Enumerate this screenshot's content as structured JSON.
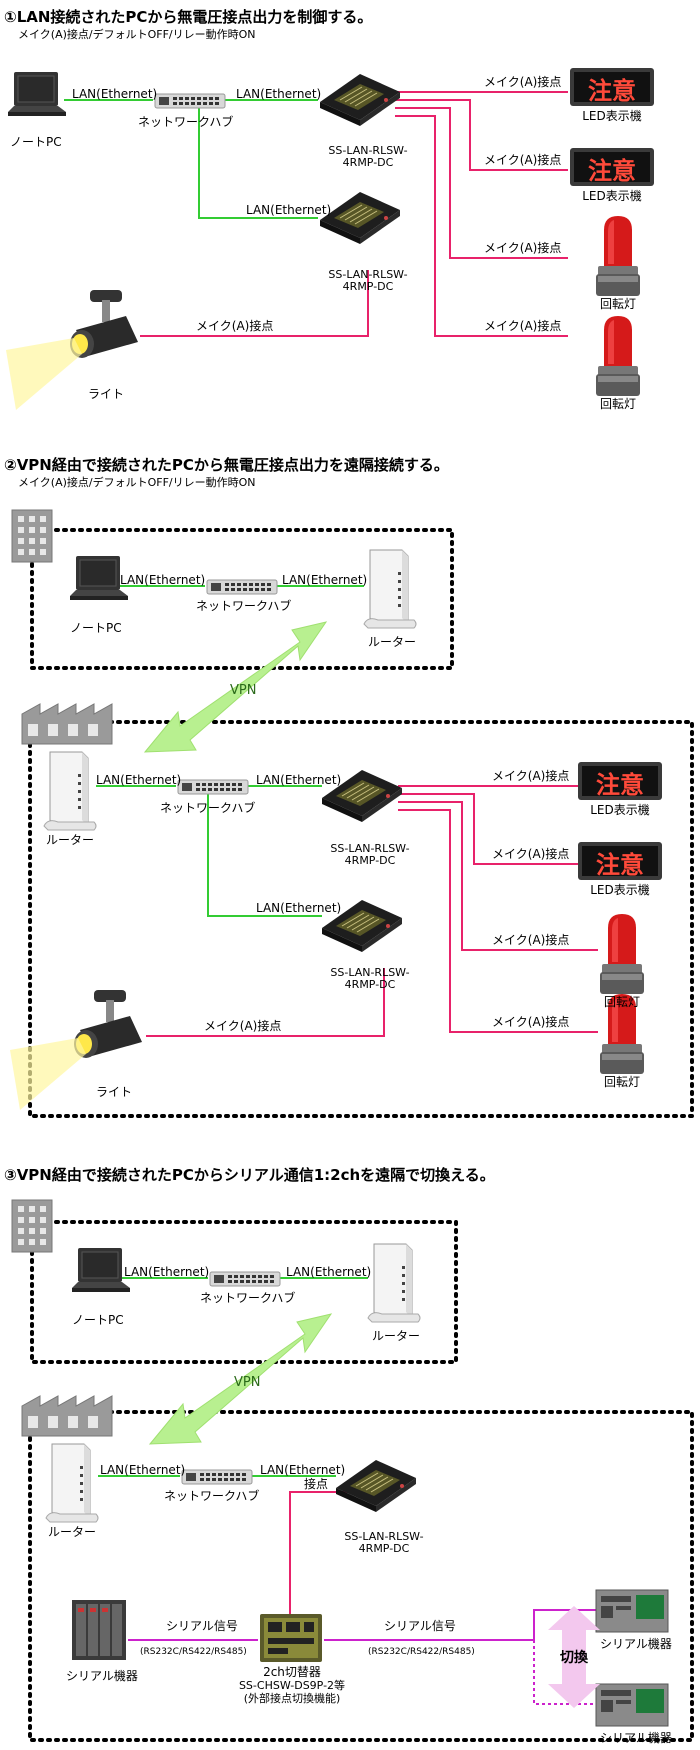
{
  "s1": {
    "title": "①LAN接続されたPCから無電圧接点出力を制御する。",
    "sub": "メイク(A)接点/デフォルトOFF/リレー動作時ON",
    "lan1": "LAN(Ethernet)",
    "lan2": "LAN(Ethernet)",
    "lan3": "LAN(Ethernet)",
    "hub": "ネットワークハブ",
    "pc": "ノートPC",
    "dev1a": "SS-LAN-RLSW-",
    "dev1b": "4RMP-DC",
    "dev2a": "SS-LAN-RLSW-",
    "dev2b": "4RMP-DC",
    "m1": "メイク(A)接点",
    "m2": "メイク(A)接点",
    "m3": "メイク(A)接点",
    "m4": "メイク(A)接点",
    "m5": "メイク(A)接点",
    "led1": "LED表示機",
    "led2": "LED表示機",
    "lamp1": "回転灯",
    "lamp2": "回転灯",
    "light": "ライト",
    "ledtext1": "注意",
    "ledtext2": "注意"
  },
  "s2": {
    "title": "②VPN経由で接続されたPCから無電圧接点出力を遠隔接続する。",
    "sub": "メイク(A)接点/デフォルトOFF/リレー動作時ON",
    "lan1": "LAN(Ethernet)",
    "lan2": "LAN(Ethernet)",
    "lan3": "LAN(Ethernet)",
    "lan4": "LAN(Ethernet)",
    "lan5": "LAN(Ethernet)",
    "hub1": "ネットワークハブ",
    "hub2": "ネットワークハブ",
    "pc": "ノートPC",
    "router1": "ルーター",
    "router2": "ルーター",
    "vpn": "VPN",
    "dev1a": "SS-LAN-RLSW-",
    "dev1b": "4RMP-DC",
    "dev2a": "SS-LAN-RLSW-",
    "dev2b": "4RMP-DC",
    "m1": "メイク(A)接点",
    "m2": "メイク(A)接点",
    "m3": "メイク(A)接点",
    "m4": "メイク(A)接点",
    "m5": "メイク(A)接点",
    "led1": "LED表示機",
    "led2": "LED表示機",
    "lamp1": "回転灯",
    "lamp2": "回転灯",
    "light": "ライト",
    "ledtext1": "注意",
    "ledtext2": "注意"
  },
  "s3": {
    "title": "③VPN経由で接続されたPCからシリアル通信1:2chを遠隔で切換える。",
    "lan1": "LAN(Ethernet)",
    "lan2": "LAN(Ethernet)",
    "lan3": "LAN(Ethernet)",
    "lan4": "LAN(Ethernet)",
    "hub1": "ネットワークハブ",
    "hub2": "ネットワークハブ",
    "pc": "ノートPC",
    "router1": "ルーター",
    "router2": "ルーター",
    "vpn": "VPN",
    "deva": "SS-LAN-RLSW-",
    "devb": "4RMP-DC",
    "contact": "接点",
    "serial1": "シリアル信号",
    "serial1b": "(RS232C/RS422/RS485)",
    "serial2": "シリアル信号",
    "serial2b": "(RS232C/RS422/RS485)",
    "swa": "2ch切替器",
    "swb": "SS-CHSW-DS9P-2等",
    "swc": "(外部接点切換機能)",
    "serdev1": "シリアル機器",
    "serdev2": "シリアル機器",
    "serdev3": "シリアル機器",
    "switch": "切換"
  },
  "colors": {
    "lan": "#33cc33",
    "contact": "#e8226a",
    "serial": "#cc22cc",
    "vpn": "#b8f090"
  }
}
